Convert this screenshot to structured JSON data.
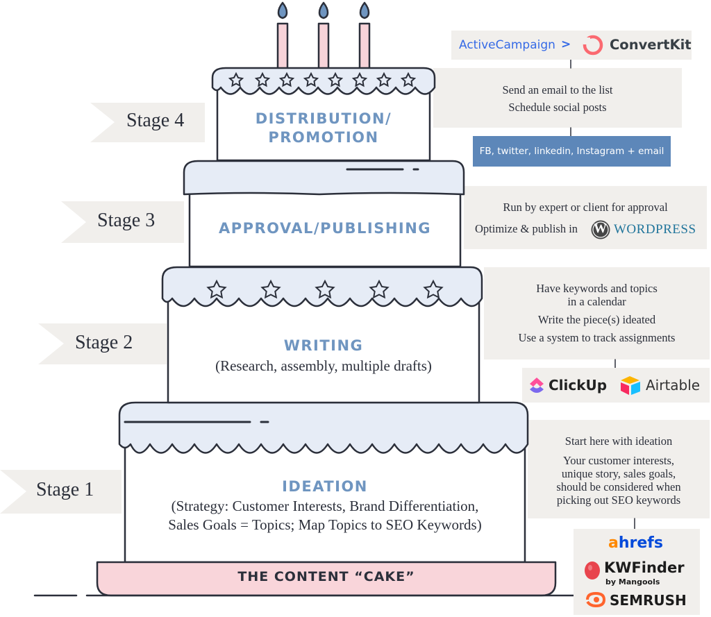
{
  "stages": {
    "stage1": "Stage 1",
    "stage2": "Stage 2",
    "stage3": "Stage 3",
    "stage4": "Stage 4"
  },
  "tiers": {
    "distribution": {
      "title_line1": "DISTRIBUTION/",
      "title_line2": "PROMOTION"
    },
    "approval": {
      "title": "APPROVAL/PUBLISHING"
    },
    "writing": {
      "title": "WRITING",
      "subtitle": "(Research, assembly, multiple drafts)"
    },
    "ideation": {
      "title": "IDEATION",
      "subtitle_line1": "(Strategy: Customer Interests, Brand Differentiation,",
      "subtitle_line2": "Sales Goals = Topics; Map Topics to SEO Keywords)"
    }
  },
  "base_label": "THE CONTENT “CAKE”",
  "notes": {
    "stage4": [
      "Send an email to the list",
      "Schedule social posts"
    ],
    "stage4_channels": "FB, twitter, linkedin, Instagram + email",
    "stage3": [
      "Run by expert or client for approval",
      "Optimize & publish in"
    ],
    "stage2": [
      "Have keywords and topics",
      "in a calendar",
      "Write the piece(s) ideated",
      "Use a system to track assignments"
    ],
    "stage1": [
      "Start here with ideation",
      "Your customer interests,",
      "unique story, sales goals,",
      "should be considered when",
      "picking out SEO keywords"
    ]
  },
  "logos": {
    "activecampaign": "ActiveCampaign",
    "activecampaign_chevron": ">",
    "convertkit": "ConvertKit",
    "wordpress_w": "W",
    "wordpress": "WORDPRESS",
    "clickup": "ClickUp",
    "airtable": "Airtable",
    "ahrefs_a": "a",
    "ahrefs_rest": "hrefs",
    "kwfinder": "KWFinder",
    "kwfinder_sub": "by Mangools",
    "semrush": "SEMRUSH"
  },
  "colors": {
    "accent_blue": "#6f95c0",
    "frosting": "#e6ecf6",
    "base_pink": "#f9d5da",
    "candle_pink": "#f7d3d9",
    "panel_beige": "#f1efec",
    "box_blue": "#5d87b9"
  }
}
